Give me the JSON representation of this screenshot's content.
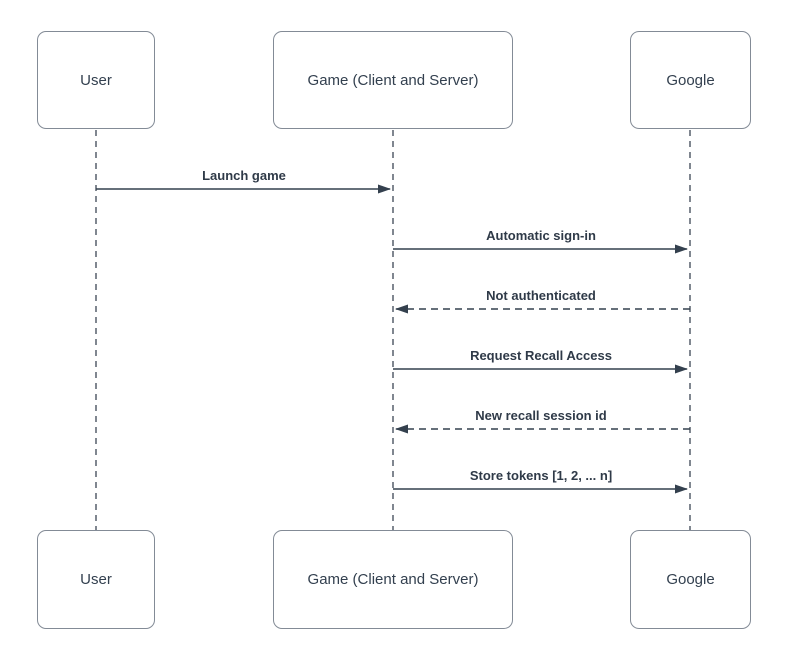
{
  "diagram": {
    "type": "sequence-diagram",
    "actors": [
      {
        "id": "user",
        "label": "User"
      },
      {
        "id": "game",
        "label": "Game (Client and Server)"
      },
      {
        "id": "google",
        "label": "Google"
      }
    ],
    "messages": [
      {
        "label": "Launch game",
        "from": "user",
        "to": "game",
        "line": "solid"
      },
      {
        "label": "Automatic sign-in",
        "from": "game",
        "to": "google",
        "line": "solid"
      },
      {
        "label": "Not authenticated",
        "from": "google",
        "to": "game",
        "line": "dashed"
      },
      {
        "label": "Request Recall Access",
        "from": "game",
        "to": "google",
        "line": "solid"
      },
      {
        "label": "New recall session id",
        "from": "google",
        "to": "game",
        "line": "dashed"
      },
      {
        "label": "Store tokens [1, 2, ... n]",
        "from": "game",
        "to": "google",
        "line": "solid"
      }
    ],
    "colors": {
      "background": "#ffffff",
      "box_fill": "#ffffff",
      "box_border": "#838b96",
      "text": "#33404f",
      "message_text": "#2f3a48",
      "line": "#34404e",
      "lifeline": "#3c4654"
    }
  }
}
